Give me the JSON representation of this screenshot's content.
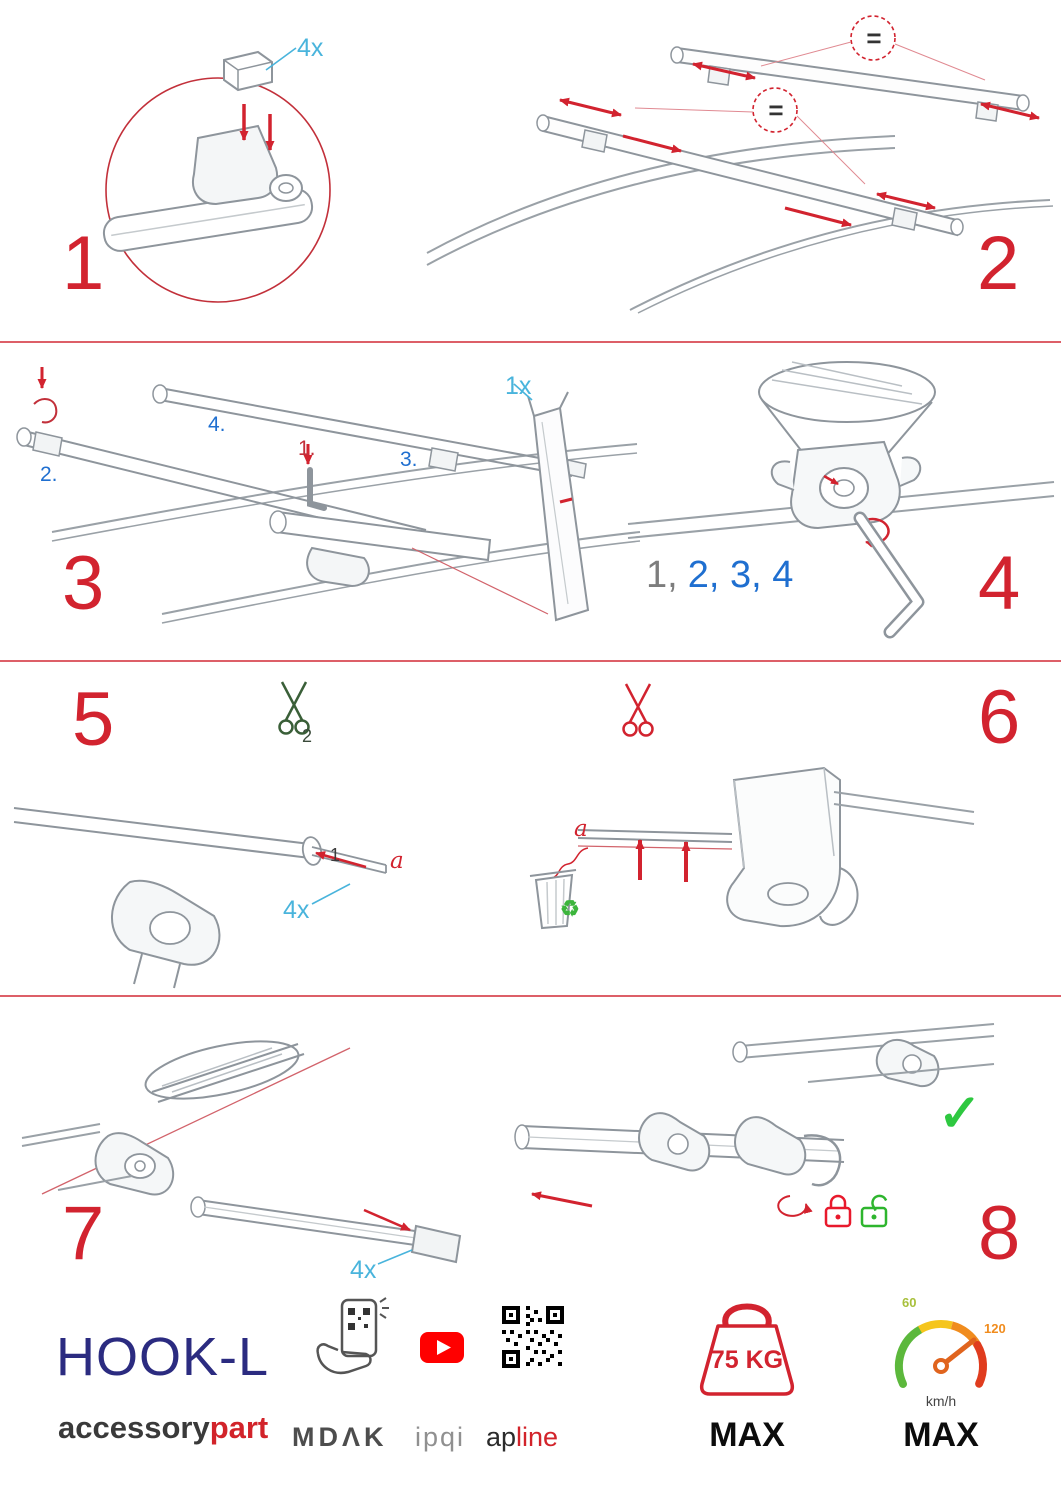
{
  "steps": {
    "s1": {
      "number": "1",
      "qty": "4x"
    },
    "s2": {
      "number": "2",
      "equal": "="
    },
    "s3": {
      "number": "3",
      "label1": "1.",
      "label2": "2.",
      "label3": "3.",
      "label4": "4.",
      "qty": "1x"
    },
    "s4": {
      "number": "4",
      "seq_first": "1,",
      "seq_rest": "2, 3, 4"
    },
    "s5": {
      "number": "5",
      "order_cut": "2",
      "order_strap": "1",
      "a": "a",
      "qty": "4x"
    },
    "s6": {
      "number": "6",
      "a": "a"
    },
    "s7": {
      "number": "7",
      "qty": "4x"
    },
    "s8": {
      "number": "8",
      "check": "✓"
    }
  },
  "icons": {
    "recycle": "♻"
  },
  "footer": {
    "product": "HOOK-L",
    "brand_black": "accessory",
    "brand_red": "part",
    "logo_mdak": "MDΛK",
    "logo_ipqi": "ipqi",
    "logo_ap": "ap",
    "logo_line": "line",
    "weight_value": "75 KG",
    "weight_max": "MAX",
    "speed_low": "60",
    "speed_high": "120",
    "speed_unit": "km/h",
    "speed_max": "MAX"
  }
}
